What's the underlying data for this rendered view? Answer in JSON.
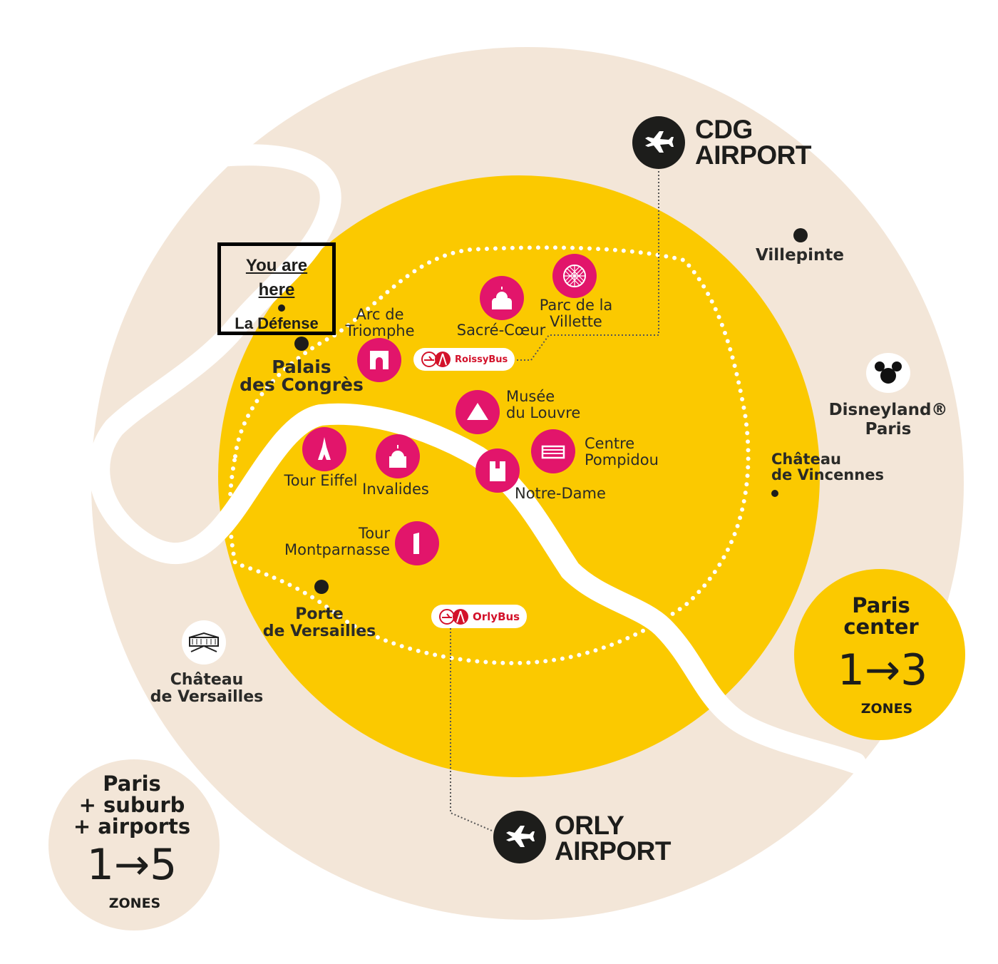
{
  "colors": {
    "suburb": "#f3e6d8",
    "center": "#fbc900",
    "poi": "#e2156b",
    "bus": "#d3122b",
    "ink": "#1d1d1b"
  },
  "you_are_here": {
    "line1": "You are",
    "line2": "here",
    "place": "La Défense"
  },
  "places": {
    "palais": "Palais\ndes Congrès",
    "porte_versailles": "Porte\nde Versailles",
    "chateau_versailles": "Château\nde Versailles",
    "villepinte": "Villepinte",
    "disneyland": "Disneyland®\nParis",
    "vincennes": "Château\nde Vincennes"
  },
  "poi": [
    {
      "label": "Arc de\nTriomphe",
      "icon": "arc-de-triomphe-icon"
    },
    {
      "label": "Sacré-Cœur",
      "icon": "sacre-coeur-icon"
    },
    {
      "label": "Parc de la\nVillette",
      "icon": "geode-icon"
    },
    {
      "label": "Musée\ndu Louvre",
      "icon": "louvre-pyramid-icon"
    },
    {
      "label": "Tour Eiffel",
      "icon": "eiffel-tower-icon"
    },
    {
      "label": "Invalides",
      "icon": "invalides-dome-icon"
    },
    {
      "label": "Centre\nPompidou",
      "icon": "pompidou-icon"
    },
    {
      "label": "Notre-Dame",
      "icon": "notre-dame-icon"
    },
    {
      "label": "Tour\nMontparnasse",
      "icon": "montparnasse-tower-icon"
    }
  ],
  "airports": {
    "cdg": "CDG\nAIRPORT",
    "orly": "ORLY\nAIRPORT"
  },
  "buses": {
    "roissy": "RoissyBus",
    "orly": "OrlyBus"
  },
  "zones": {
    "center": {
      "title": "Paris\ncenter",
      "range": "1→3",
      "unit": "ZONES"
    },
    "outer": {
      "title": "Paris\n+ suburb\n+ airports",
      "range": "1→5",
      "unit": "ZONES"
    }
  }
}
